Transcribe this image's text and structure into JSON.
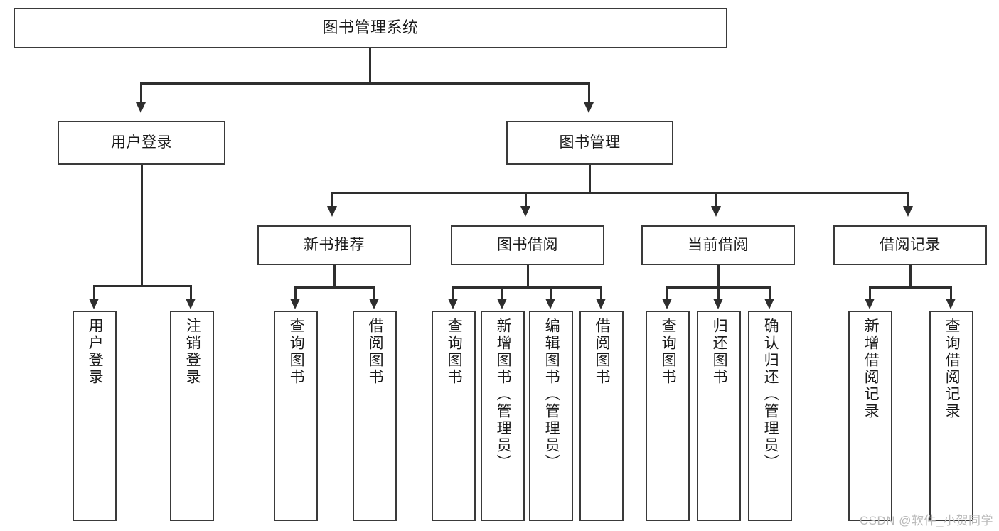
{
  "diagram": {
    "type": "tree-hierarchy",
    "title": "图书管理系统",
    "root": {
      "label": "图书管理系统"
    },
    "level2": [
      {
        "label": "用户登录"
      },
      {
        "label": "图书管理"
      }
    ],
    "level3": [
      {
        "label": "新书推荐"
      },
      {
        "label": "图书借阅"
      },
      {
        "label": "当前借阅"
      },
      {
        "label": "借阅记录"
      }
    ],
    "leaves": {
      "user_login": [
        {
          "label": "用户登录"
        },
        {
          "label": "注销登录"
        }
      ],
      "new_book_recommend": [
        {
          "label": "查询图书"
        },
        {
          "label": "借阅图书"
        }
      ],
      "book_borrow": [
        {
          "label": "查询图书"
        },
        {
          "label": "新增图书（管理员）"
        },
        {
          "label": "编辑图书（管理员）"
        },
        {
          "label": "借阅图书"
        }
      ],
      "current_borrow": [
        {
          "label": "查询图书"
        },
        {
          "label": "归还图书"
        },
        {
          "label": "确认归还（管理员）"
        }
      ],
      "borrow_record": [
        {
          "label": "新增借阅记录"
        },
        {
          "label": "查询借阅记录"
        }
      ]
    }
  },
  "watermark": {
    "text": "CSDN @软件_小贺同学"
  },
  "colors": {
    "box_border": "#3a3a3a",
    "connector": "#2e2e2e",
    "background": "#ffffff",
    "text": "#1a1a1a",
    "watermark": "#b9b9b9"
  }
}
